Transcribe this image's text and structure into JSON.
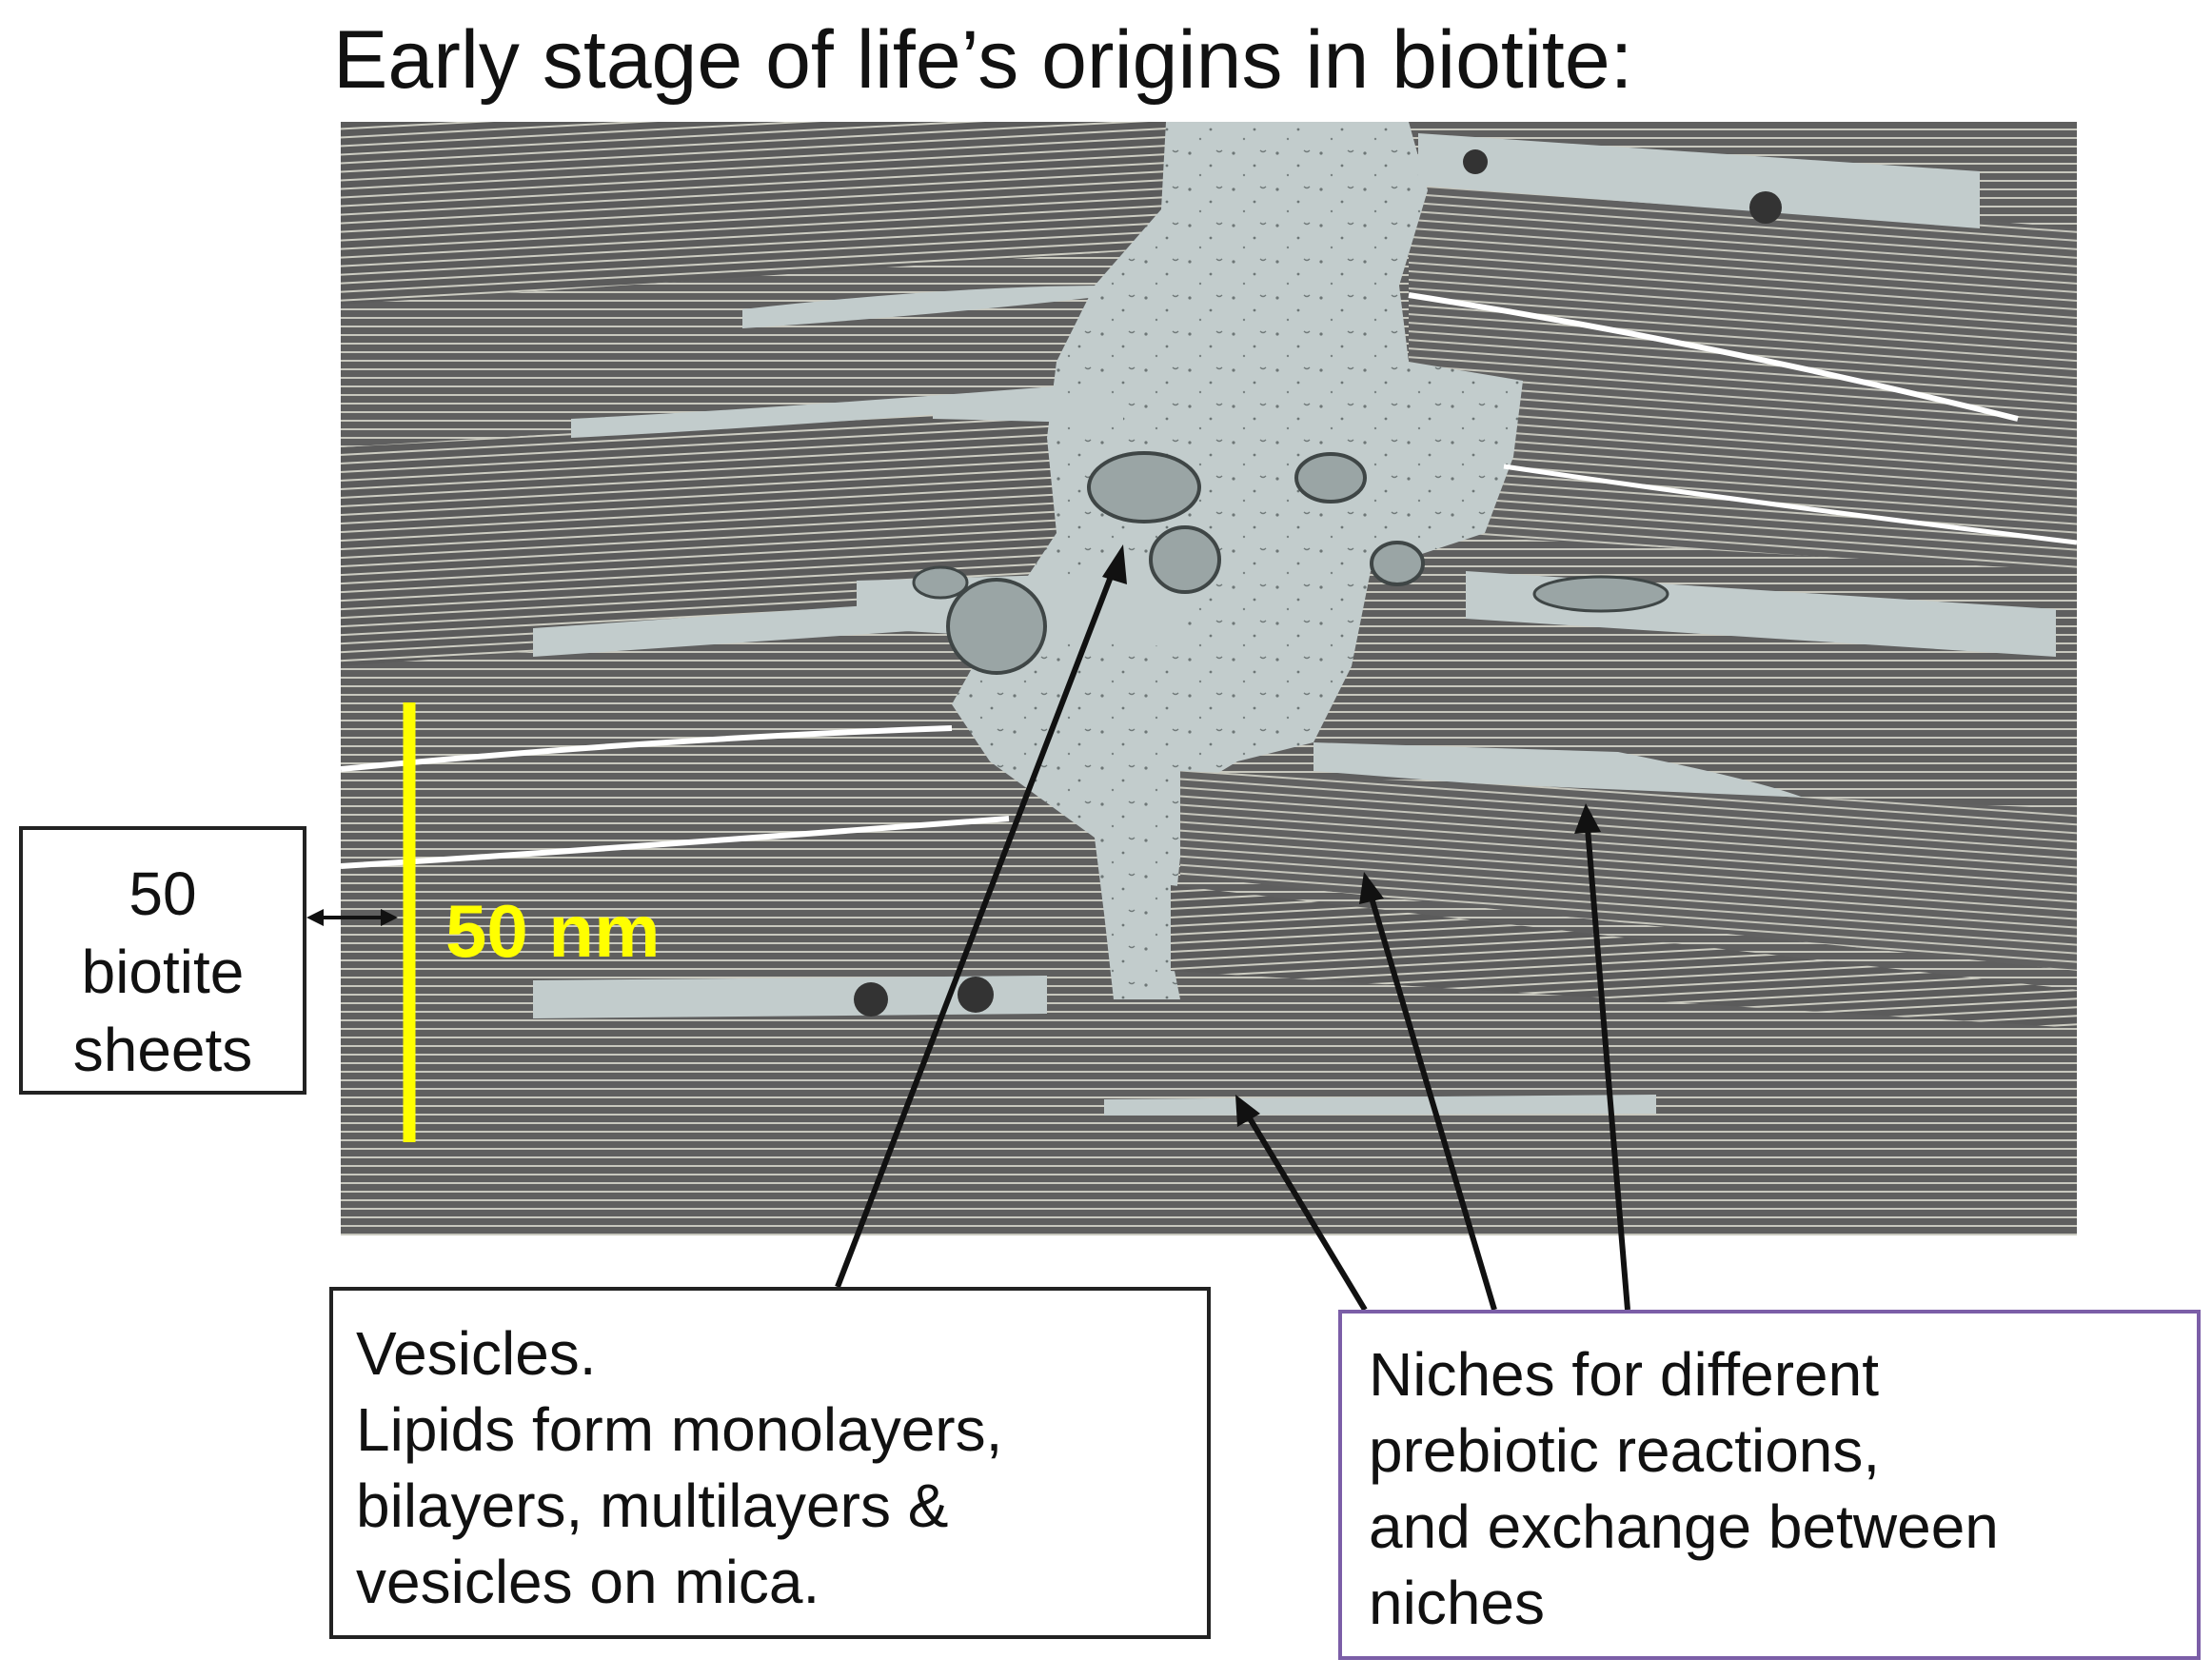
{
  "title": "Early stage of life’s origins in biotite:",
  "scale_bar": {
    "label": "50 nm",
    "color": "#ffff00"
  },
  "sheets_label": {
    "lines": [
      "50",
      "biotite",
      "sheets"
    ]
  },
  "vesicles_label": {
    "lines": [
      "Vesicles.",
      "Lipids form monolayers,",
      "bilayers, multilayers &",
      "vesicles on mica."
    ]
  },
  "niches_label": {
    "lines": [
      "Niches for different",
      "prebiotic reactions,",
      "and exchange between",
      "niches"
    ]
  },
  "colors": {
    "sheet": "#5e5e5e",
    "sheet_line": "#c9c9bf",
    "fluid": "#c2cccc",
    "vesicle": "#9aa5a5",
    "niches_border": "#7b5ea7"
  }
}
